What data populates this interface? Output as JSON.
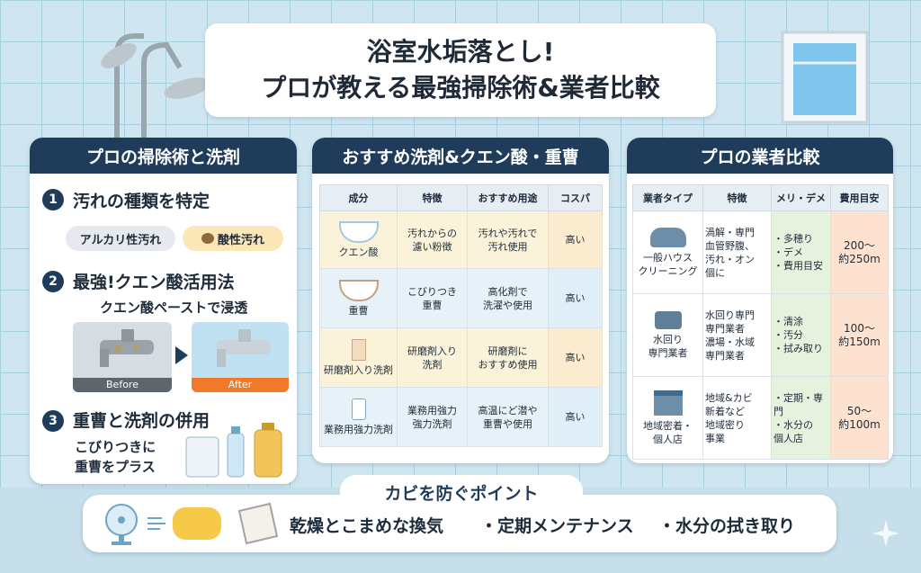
{
  "title": {
    "line1": "浴室水垢落とし!",
    "line2": "プロが教える最強掃除術&業者比較"
  },
  "left": {
    "header": "プロの掃除術と洗剤",
    "step1": {
      "num": "1",
      "title": "汚れの種類を特定",
      "alkali": "アルカリ性汚れ",
      "acid": "酸性汚れ"
    },
    "step2": {
      "num": "2",
      "title": "最強!クエン酸活用法",
      "sub": "クエン酸ペーストで浸透",
      "before": "Before",
      "after": "After"
    },
    "step3": {
      "num": "3",
      "title": "重曹と洗剤の併用",
      "sub1": "こびりつきに",
      "sub2": "重曹をプラス"
    }
  },
  "middle": {
    "header": "おすすめ洗剤&クエン酸・重曹",
    "columns": [
      "成分",
      "特徴",
      "おすすめ用途",
      "コスパ"
    ],
    "rows": [
      {
        "name": "クエン酸",
        "feature": [
          "汚れからの",
          "濾い粉徴"
        ],
        "usage": [
          "汚れや汚れで",
          "汚れ使用"
        ],
        "cost": "高い"
      },
      {
        "name": "重曹",
        "feature": [
          "こびりつき",
          "重曹"
        ],
        "usage": [
          "高化剤で",
          "洗濯や使用"
        ],
        "cost": "高い"
      },
      {
        "name": "研磨剤入り洗剤",
        "feature": [
          "研磨剤入り",
          "洗剤"
        ],
        "usage": [
          "研磨剤に",
          "おすすめ使用"
        ],
        "cost": "高い"
      },
      {
        "name": "業務用強力洗剤",
        "feature": [
          "業務用強力",
          "強力洗剤"
        ],
        "usage": [
          "高温にど潜や",
          "重曹や使用"
        ],
        "cost": "高い"
      }
    ]
  },
  "right": {
    "header": "プロの業者比較",
    "columns": [
      "業者タイプ",
      "特徴",
      "メリ・デメ",
      "費用目安"
    ],
    "rows": [
      {
        "name": [
          "一般ハウス",
          "クリーニング"
        ],
        "feature": [
          "渦解・専門",
          "血管野腹、",
          "汚れ・オン",
          "個に"
        ],
        "merit": [
          "・多穂り",
          "・デメ",
          "・費用目安"
        ],
        "cost": [
          "200〜",
          "約250m"
        ]
      },
      {
        "name": [
          "水回り",
          "専門業者"
        ],
        "feature": [
          "水回り専門",
          "専門業者",
          "濃場・水域",
          "専門業者"
        ],
        "merit": [
          "・清涂",
          "・汚分",
          "・拭み取り"
        ],
        "cost": [
          "100〜",
          "約150m"
        ]
      },
      {
        "name": [
          "地域密着・",
          "個人店"
        ],
        "feature": [
          "地域&カビ",
          "新着など",
          "地域密り",
          "事業"
        ],
        "merit": [
          "・定期・専門",
          "・水分の",
          "個人店"
        ],
        "cost": [
          "50〜",
          "約100m"
        ]
      }
    ]
  },
  "bottom": {
    "title": "カビを防ぐポイント",
    "point1": "乾燥とこまめな換気",
    "point2": "・定期メンテナンス",
    "point3": "・水分の拭き取り"
  },
  "colors": {
    "navy": "#1f3d5a",
    "tile": "#cfe6f1",
    "cost_col": "#fde3cf",
    "merit_col": "#e6f2de"
  }
}
